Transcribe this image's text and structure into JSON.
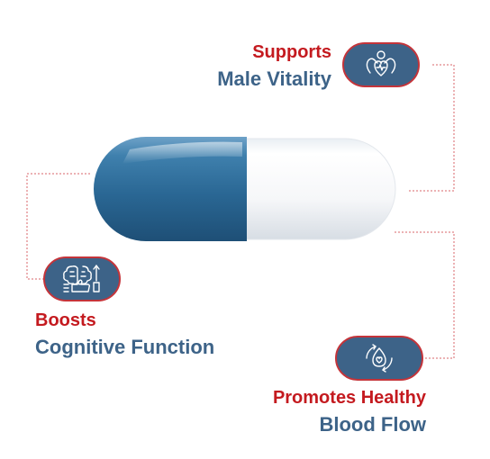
{
  "benefits": {
    "vitality": {
      "line1": "Supports",
      "line2": "Male Vitality",
      "icon": "muscle-heart-icon"
    },
    "cognitive": {
      "line1": "Boosts",
      "line2": "Cognitive Function",
      "icon": "brain-thumbs-up-icon"
    },
    "blood_flow": {
      "line1": "Promotes Healthy",
      "line2": "Blood Flow",
      "icon": "blood-drop-cycle-icon"
    }
  },
  "colors": {
    "accent_red": "#c41a1f",
    "brand_blue": "#3d6388",
    "badge_border": "#c4343a",
    "capsule_blue": "#2f6f9c",
    "capsule_white": "#ffffff"
  }
}
